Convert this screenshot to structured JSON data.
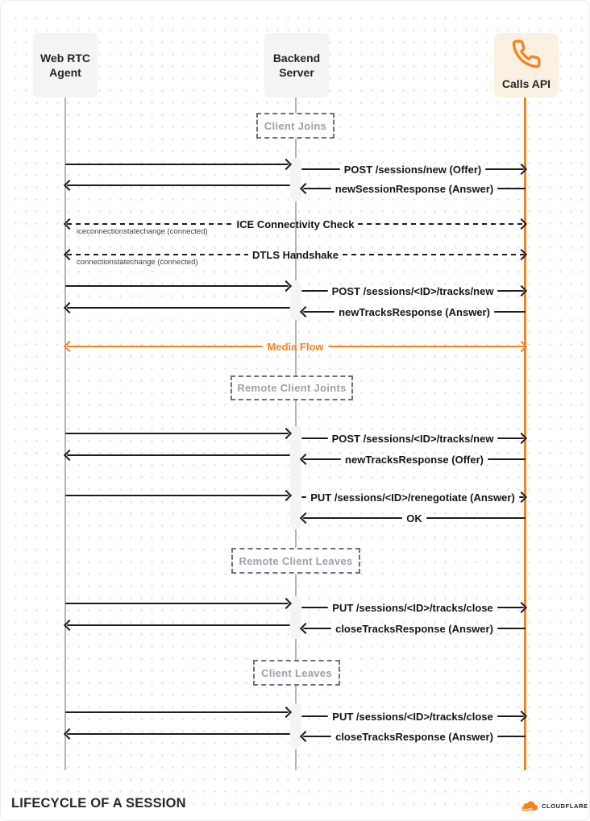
{
  "actors": {
    "webrtc": {
      "label": "Web RTC\nAgent"
    },
    "backend": {
      "label": "Backend\nServer"
    },
    "calls": {
      "label": "Calls API"
    }
  },
  "phases": {
    "client_joins": "Client Joins",
    "remote_client_joins": "Remote Client Joints",
    "remote_client_leaves": "Remote Client Leaves",
    "client_leaves": "Client Leaves"
  },
  "messages": {
    "post_sessions_new": "POST /sessions/new (Offer)",
    "new_session_response": "newSessionResponse (Answer)",
    "ice_check": "ICE Connectivity Check",
    "ice_event": "iceconnectionstatechange (connected)",
    "dtls": "DTLS Handshake",
    "dtls_event": "connectionstatechange (connected)",
    "post_tracks_new": "POST /sessions/<ID>/tracks/new",
    "new_tracks_response_answer": "newTracksResponse (Answer)",
    "media_flow": "Media Flow",
    "new_tracks_response_offer": "newTracksResponse (Offer)",
    "put_renegotiate": "PUT /sessions/<ID>/renegotiate (Answer)",
    "ok": "OK",
    "put_tracks_close": "PUT /sessions/<ID>/tracks/close",
    "close_tracks_response": "closeTracksResponse (Answer)"
  },
  "footer": {
    "title": "LIFECYCLE OF A SESSION",
    "brand": "CLOUDFLARE"
  },
  "colors": {
    "accent": "#F6821F",
    "ink": "#1C1C1E",
    "lifeline_gray": "#B3B3B8",
    "phase_border": "#6F6F78",
    "phase_text": "#9CA0A8",
    "actor_bg": "#F4F4F5",
    "calls_bg": "#FBF1E2"
  }
}
